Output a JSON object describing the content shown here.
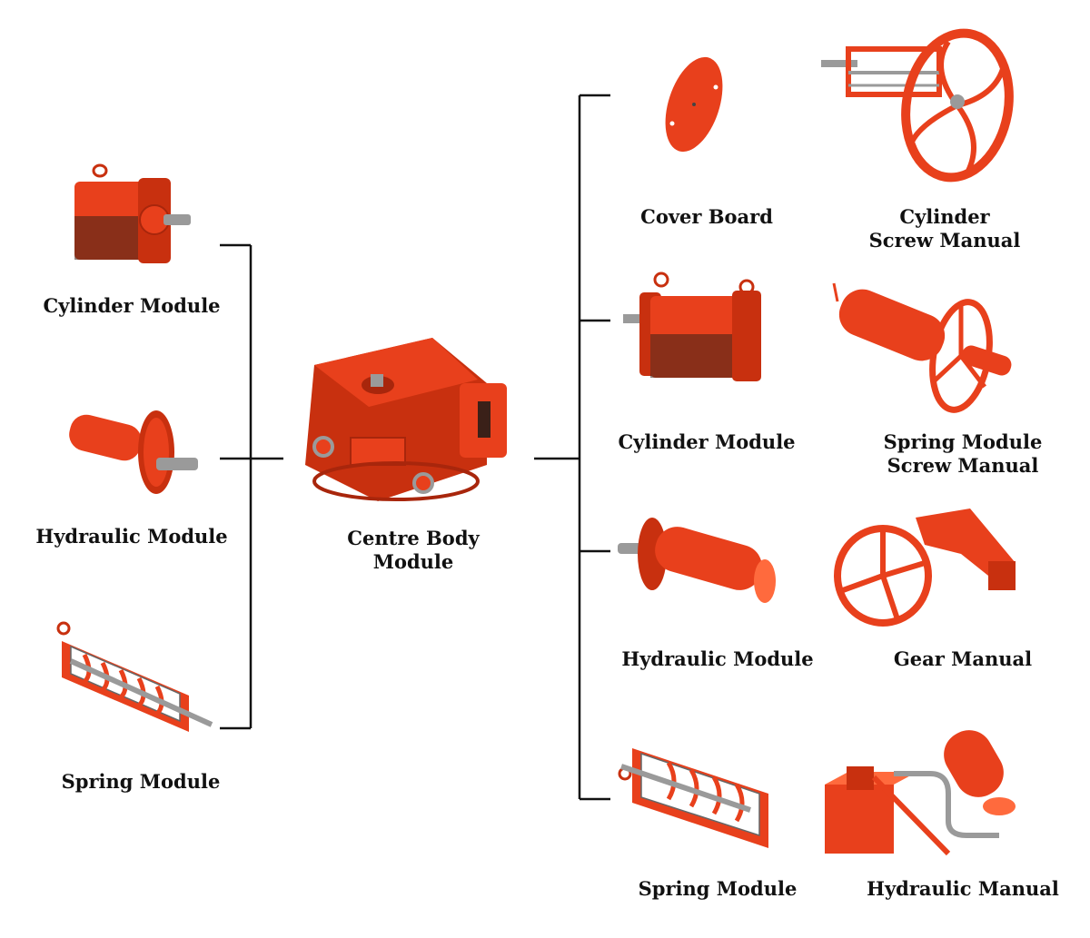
{
  "colors": {
    "accent": "#e8401c",
    "accent_dark": "#a8260c",
    "accent_light": "#ff6a3d",
    "shaft": "#9a9a9a",
    "line": "#111111"
  },
  "left_modules": [
    {
      "label": "Cylinder Module",
      "icon": "cylinder-module-icon"
    },
    {
      "label": "Hydraulic Module",
      "icon": "hydraulic-module-icon"
    },
    {
      "label": "Spring Module",
      "icon": "spring-module-icon"
    }
  ],
  "centre": {
    "label": "Centre Body\nModule",
    "icon": "centre-body-icon"
  },
  "right_rows": [
    {
      "module": "Cover Board",
      "manual": "Cylinder\nScrew Manual"
    },
    {
      "module": "Cylinder Module",
      "manual": "Spring Module\nScrew Manual"
    },
    {
      "module": "Hydraulic Module",
      "manual": "Gear Manual"
    },
    {
      "module": "Spring Module",
      "manual": "Hydraulic Manual"
    }
  ]
}
